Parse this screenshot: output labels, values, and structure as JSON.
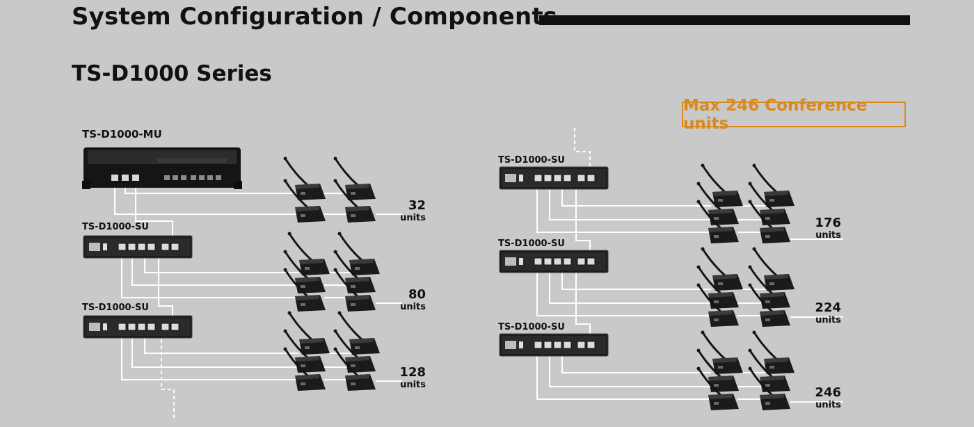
{
  "header": {
    "title": "System Configuration / Components"
  },
  "series": {
    "title": "TS-D1000 Series"
  },
  "max_note": "Max 246  Conference units",
  "devices": {
    "mu": "TS-D1000-MU",
    "su": "TS-D1000-SU"
  },
  "counts": {
    "c32": "32",
    "c80": "80",
    "c128": "128",
    "c176": "176",
    "c224": "224",
    "c246": "246",
    "unit_label": "units"
  },
  "colors": {
    "background": "#c9c9c9",
    "accent": "#d98a1e",
    "device": "#1a1a1a",
    "cable": "#ffffff"
  },
  "icons": {
    "device": "rack-unit-icon",
    "conference_unit": "gooseneck-microphone-icon"
  }
}
